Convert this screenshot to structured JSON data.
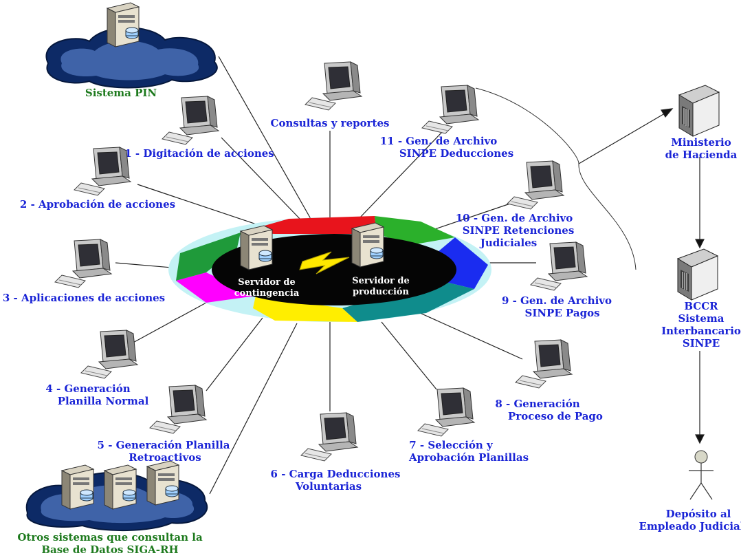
{
  "colors": {
    "label_blue": "#1a24d6",
    "label_green": "#1e7a1e",
    "ring": [
      "#e8141c",
      "#2bb02b",
      "#1a2cf0",
      "#0f8c8c",
      "#ffee00",
      "#ff00ff",
      "#1f9a3a",
      "#0fb8c8"
    ]
  },
  "servers": {
    "contingency": {
      "line1": "Servidor de",
      "line2": "contingencia"
    },
    "production": {
      "line1": "Servidor de",
      "line2": "producción"
    }
  },
  "clouds": {
    "pin": {
      "label": "Sistema PIN"
    },
    "others": {
      "line1": "Otros sistemas que consultan la",
      "line2": "Base de Datos SIGA-RH"
    }
  },
  "workstations": {
    "consultas": {
      "line1": "Consultas y reportes"
    },
    "n1": {
      "line1": "1 - Digitación de acciones"
    },
    "n2": {
      "line1": "2 - Aprobación de acciones"
    },
    "n3": {
      "line1": "3 - Aplicaciones de acciones"
    },
    "n4": {
      "line1": "4 - Generación",
      "line2": "Planilla Normal"
    },
    "n5": {
      "line1": "5 - Generación Planilla",
      "line2": "Retroactivos"
    },
    "n6": {
      "line1": "6 - Carga Deducciones",
      "line2": "Voluntarias"
    },
    "n7": {
      "line1": "7 - Selección y",
      "line2": "Aprobación Planillas"
    },
    "n8": {
      "line1": "8 - Generación",
      "line2": "Proceso de Pago"
    },
    "n9": {
      "line1": "9 - Gen. de Archivo",
      "line2": "SINPE Pagos"
    },
    "n10": {
      "line1": "10 - Gen.  de Archivo",
      "line2": "SINPE Retenciones",
      "line3": "Judiciales"
    },
    "n11": {
      "line1": "11 - Gen.  de Archivo",
      "line2": "SINPE Deducciones"
    }
  },
  "flow": {
    "hacienda": {
      "line1": "Ministerio",
      "line2": "de Hacienda"
    },
    "bccr": {
      "line1": "BCCR",
      "line2": "Sistema",
      "line3": "Interbancario",
      "line4": "SINPE"
    },
    "deposito": {
      "line1": "Depósito al",
      "line2": "Empleado Judicial"
    }
  }
}
